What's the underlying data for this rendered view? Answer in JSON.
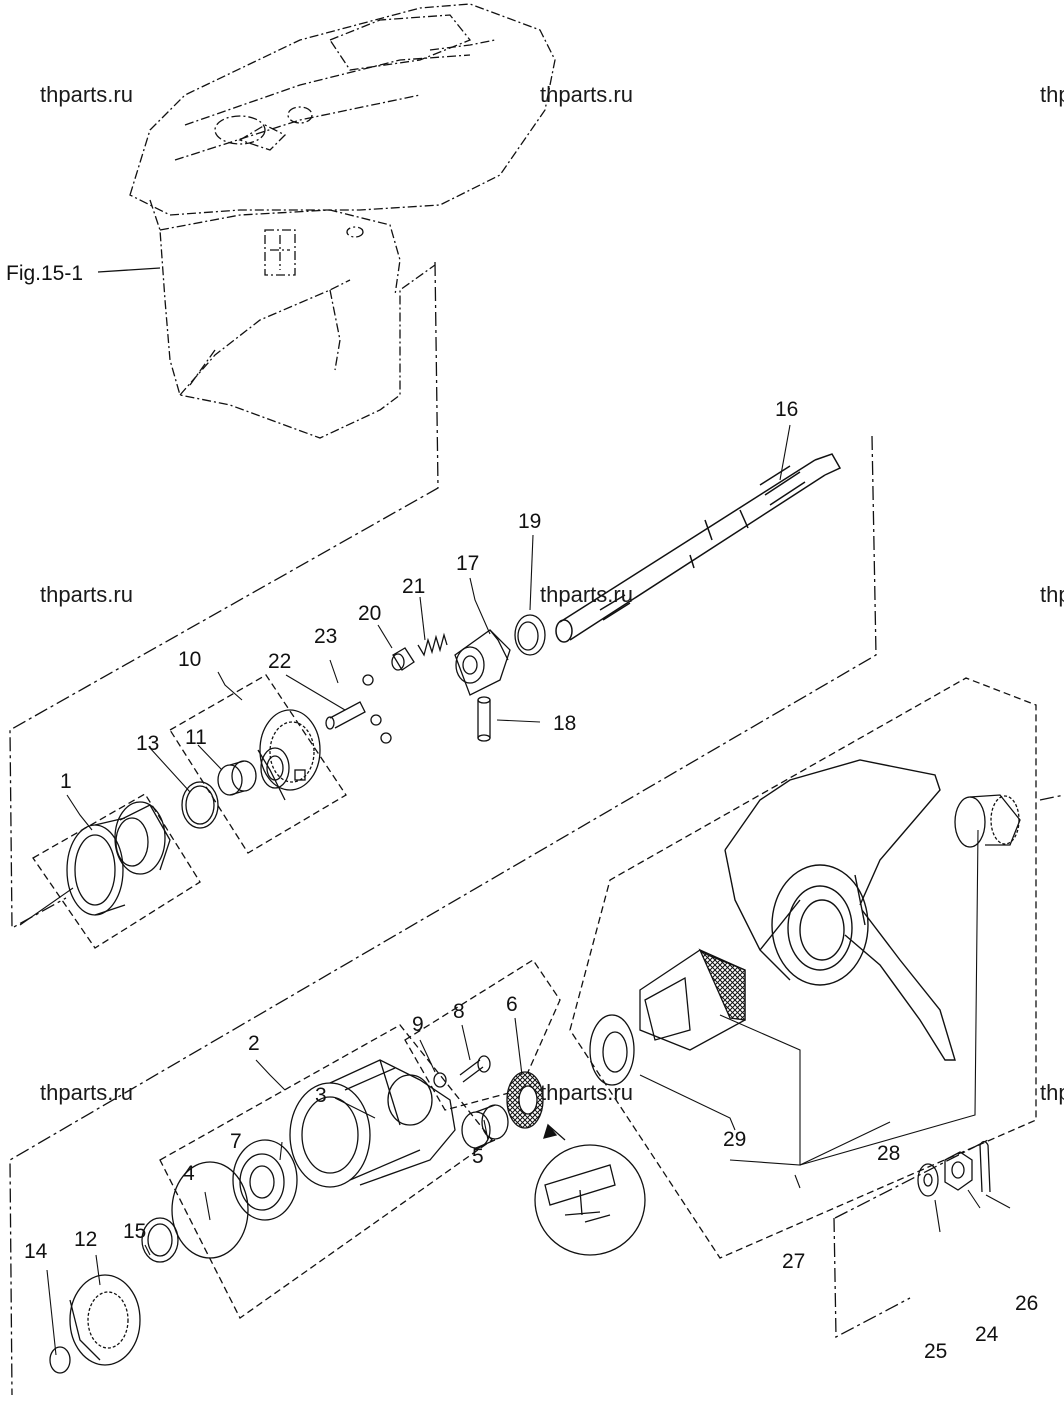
{
  "figure_ref": "Fig.15-1",
  "watermarks": [
    "thparts.ru",
    "thparts.ru",
    "thp",
    "thparts.ru",
    "thparts.ru",
    "thp",
    "thparts.ru",
    "thparts.ru",
    "thp"
  ],
  "callouts": {
    "c1": "1",
    "c2": "2",
    "c3": "3",
    "c4": "4",
    "c5": "5",
    "c6": "6",
    "c7": "7",
    "c8": "8",
    "c9": "9",
    "c10": "10",
    "c11": "11",
    "c12": "12",
    "c13": "13",
    "c14": "14",
    "c15": "15",
    "c16": "16",
    "c17": "17",
    "c18": "18",
    "c19": "19",
    "c20": "20",
    "c21": "21",
    "c22": "22",
    "c23": "23",
    "c24": "24",
    "c25": "25",
    "c26": "26",
    "c27": "27",
    "c28": "28",
    "c29": "29"
  }
}
